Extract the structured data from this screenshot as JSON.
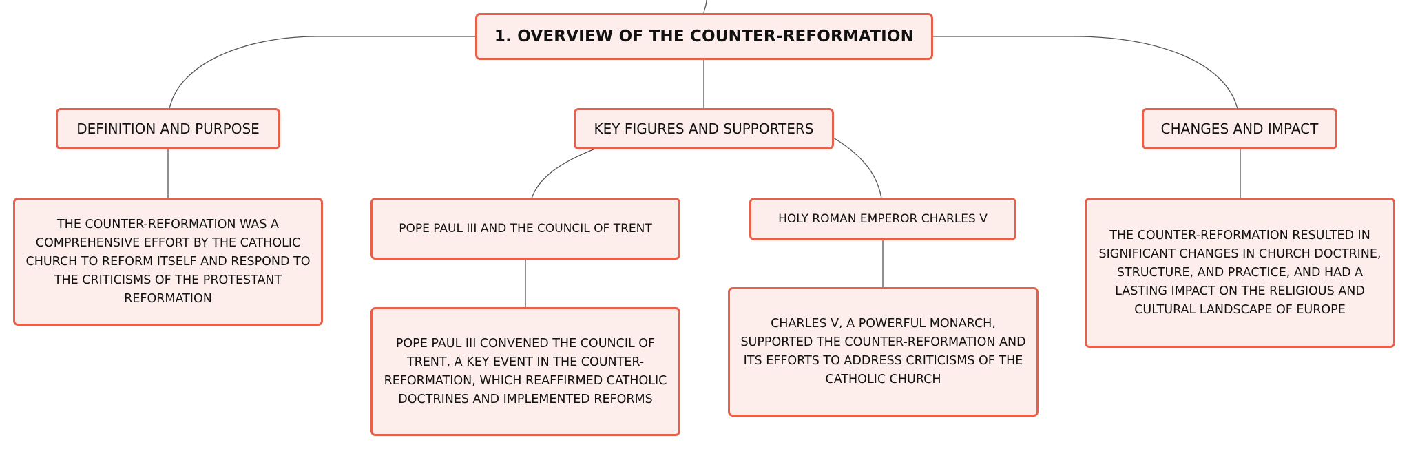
{
  "root": {
    "label": "1. OVERVIEW OF THE COUNTER-REFORMATION"
  },
  "topics": [
    {
      "label": "DEFINITION AND PURPOSE",
      "detail": "THE COUNTER-REFORMATION WAS A COMPREHENSIVE EFFORT BY THE CATHOLIC CHURCH TO REFORM ITSELF AND RESPOND TO THE CRITICISMS OF THE PROTESTANT REFORMATION"
    },
    {
      "label": "KEY FIGURES AND SUPPORTERS",
      "subtopics": [
        {
          "label": "POPE PAUL III AND THE COUNCIL OF TRENT",
          "detail": "POPE PAUL III CONVENED THE COUNCIL OF TRENT, A KEY EVENT IN THE COUNTER-REFORMATION, WHICH REAFFIRMED CATHOLIC DOCTRINES AND IMPLEMENTED REFORMS"
        },
        {
          "label": "HOLY ROMAN EMPEROR CHARLES V",
          "detail": "CHARLES V, A POWERFUL MONARCH, SUPPORTED THE COUNTER-REFORMATION AND ITS EFFORTS TO ADDRESS CRITICISMS OF THE CATHOLIC CHURCH"
        }
      ]
    },
    {
      "label": "CHANGES AND IMPACT",
      "detail": "THE COUNTER-REFORMATION RESULTED IN SIGNIFICANT CHANGES IN CHURCH DOCTRINE, STRUCTURE, AND PRACTICE, AND HAD A LASTING IMPACT ON THE RELIGIOUS AND CULTURAL LANDSCAPE OF EUROPE"
    }
  ],
  "colors": {
    "node_border": "#e8604a",
    "node_fill": "#fdeeeb",
    "connector": "#555555",
    "text": "#111111"
  }
}
